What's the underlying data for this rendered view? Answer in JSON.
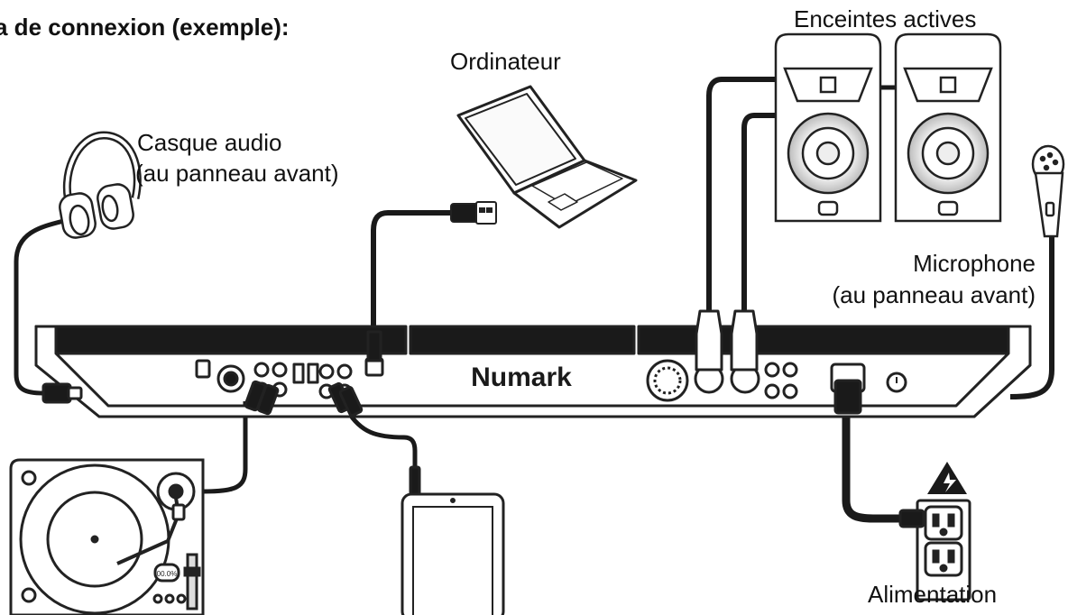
{
  "diagram": {
    "title": "a de connexion (exemple):",
    "labels": {
      "computer": "Ordinateur",
      "headphones_line1": "Casque audio",
      "headphones_line2": "(au panneau avant)",
      "speakers": "Enceintes actives",
      "microphone_line1": "Microphone",
      "microphone_line2": "(au panneau avant)",
      "power": "Alimentation",
      "brand": "Numark",
      "turntable_display": "00.0%"
    },
    "icons": [
      "headphones-icon",
      "laptop-icon",
      "usb-plug-icon",
      "speaker-icon",
      "microphone-icon",
      "turntable-icon",
      "tablet-icon",
      "power-outlet-icon",
      "high-voltage-warning-icon",
      "controller-rear-panel"
    ]
  }
}
